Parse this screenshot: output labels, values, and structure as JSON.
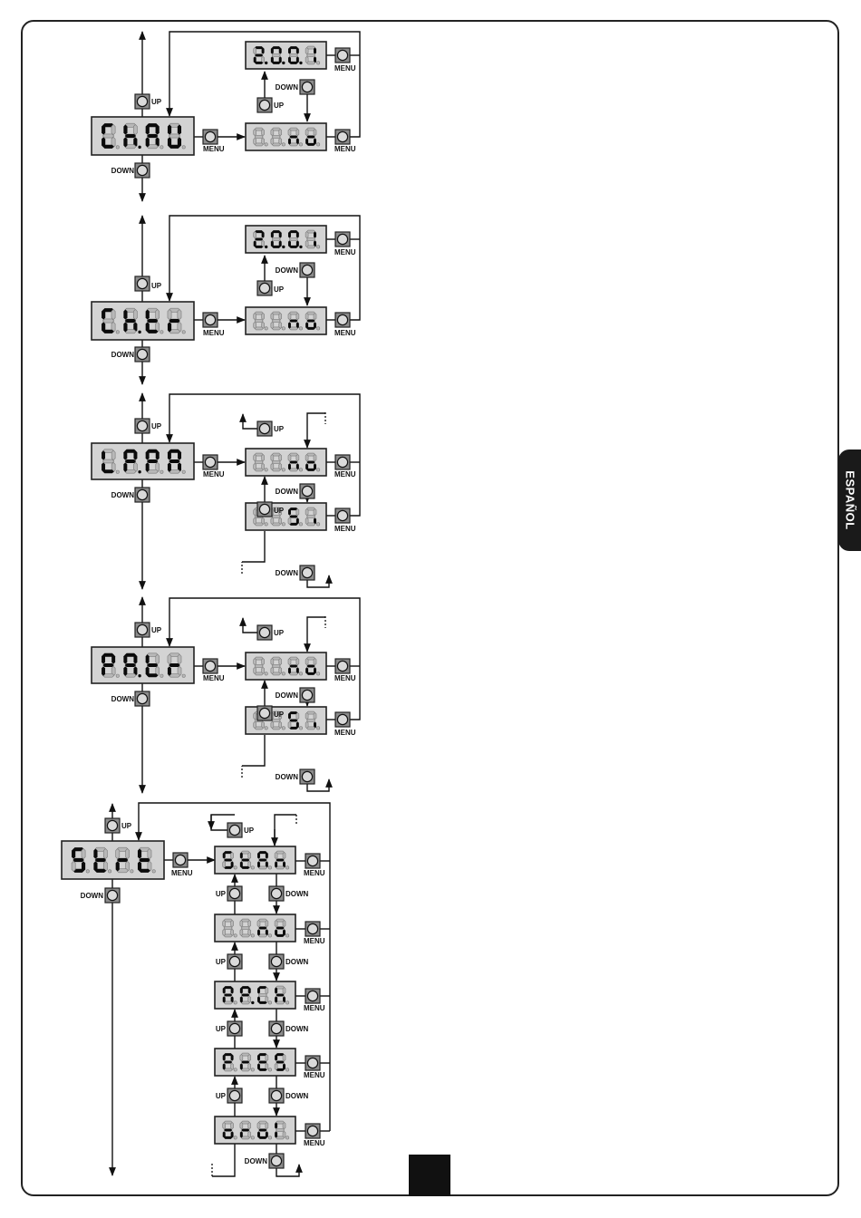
{
  "side_tab": "ESPAÑOL",
  "button_labels": {
    "up": "UP",
    "down": "DOWN",
    "menu": "MENU"
  },
  "sections": [
    {
      "name": "chau",
      "main_display": "Ch.AU",
      "options": [
        "2.0.0.1",
        "no"
      ]
    },
    {
      "name": "chtr",
      "main_display": "Ch.tr",
      "options": [
        "2.0.0.1",
        "no"
      ]
    },
    {
      "name": "lppa",
      "main_display": "LP.PA",
      "options": [
        "no",
        "Si"
      ]
    },
    {
      "name": "patr",
      "main_display": "PA.tr",
      "options": [
        "no",
        "Si"
      ]
    },
    {
      "name": "strt",
      "main_display": "Strt",
      "options": [
        "StAn",
        "no",
        "AP.Ch",
        "PrES",
        "orol"
      ]
    }
  ]
}
